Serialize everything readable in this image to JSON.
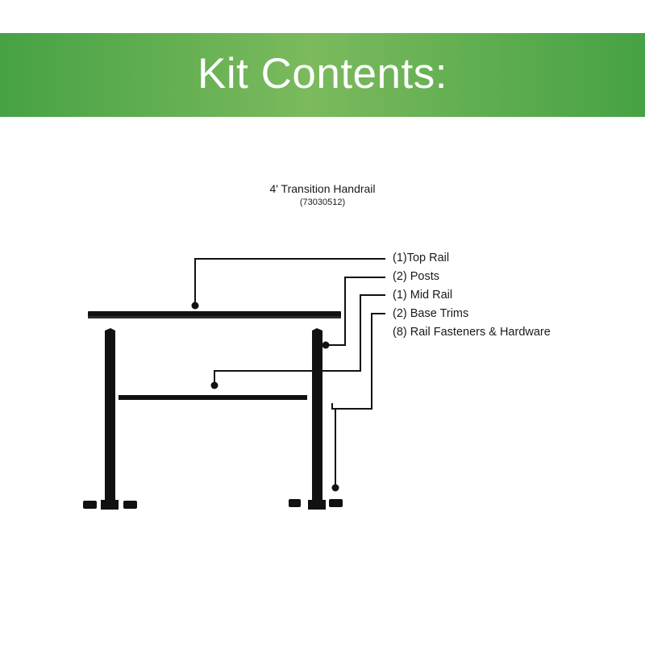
{
  "banner": {
    "title": "Kit Contents:"
  },
  "product": {
    "name": "4' Transition Handrail",
    "sku": "(73030512)"
  },
  "callouts": [
    {
      "label": "(1)Top Rail"
    },
    {
      "label": "(2) Posts"
    },
    {
      "label": "(1) Mid Rail"
    },
    {
      "label": "(2) Base Trims"
    },
    {
      "label": "(8) Rail Fasteners & Hardware"
    }
  ],
  "colors": {
    "banner_green": "#46a245",
    "banner_light": "#7bba5d",
    "parts": "#111111"
  }
}
